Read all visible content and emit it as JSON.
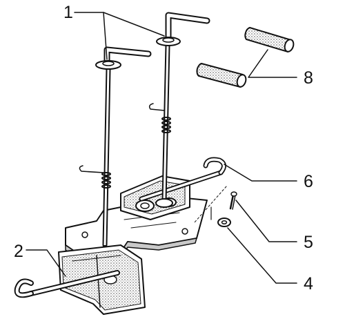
{
  "callouts": [
    {
      "label": "1"
    },
    {
      "label": "2"
    },
    {
      "label": "4"
    },
    {
      "label": "5"
    },
    {
      "label": "6"
    },
    {
      "label": "8"
    }
  ],
  "colors": {
    "ink": "#111111",
    "shade": "#c9c9c9",
    "background": "#ffffff"
  }
}
